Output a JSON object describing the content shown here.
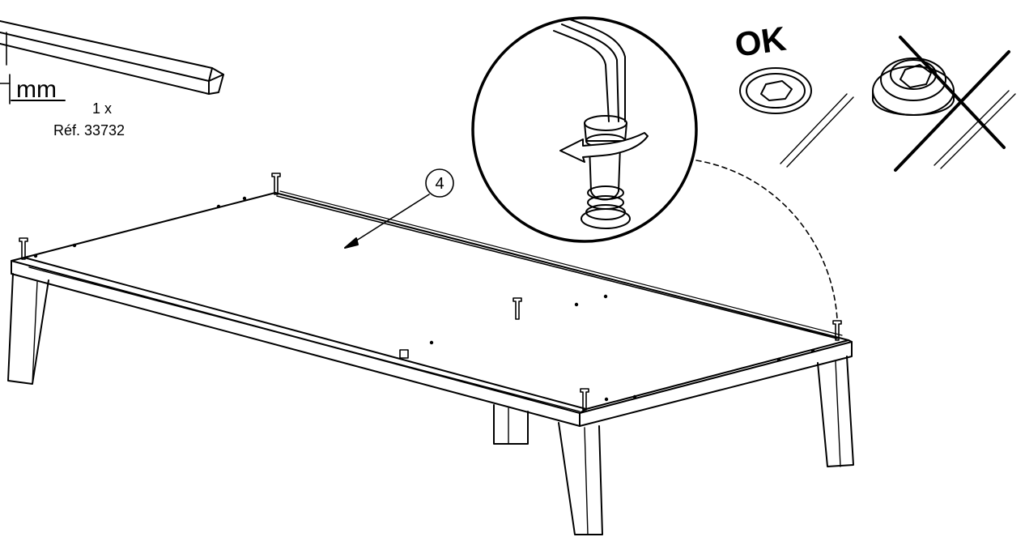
{
  "tool": {
    "unit_label": "mm",
    "quantity": "1 x",
    "reference": "Réf. 33732"
  },
  "callout": {
    "step_number": "4"
  },
  "status": {
    "ok_label": "OK"
  },
  "icons": {
    "hex_key": "hex-key-icon",
    "rotate_arrow": "rotate-arrow-icon",
    "ok_screw_head": "flush-screw-head-icon",
    "wrong_screw_head": "protruding-screw-head-icon",
    "cross_mark": "cross-mark-icon"
  },
  "colors": {
    "line": "#000000",
    "background": "#ffffff"
  }
}
